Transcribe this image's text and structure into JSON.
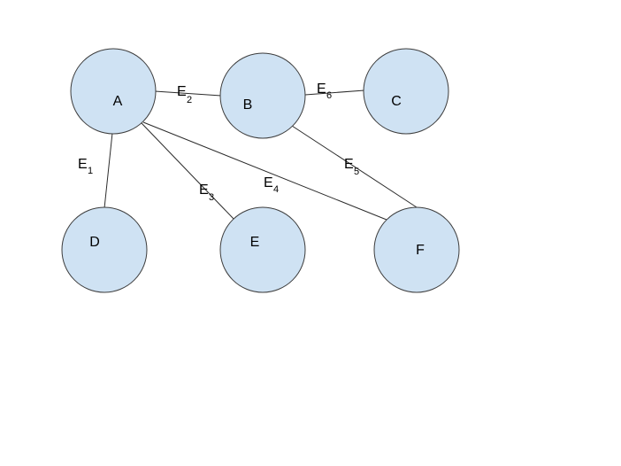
{
  "colors": {
    "node_fill": "#cfe2f3",
    "node_stroke": "#3c3c3c",
    "edge_stroke": "#2b2b2b"
  },
  "nodes": [
    {
      "id": "A",
      "label": "A"
    },
    {
      "id": "B",
      "label": "B"
    },
    {
      "id": "C",
      "label": "C"
    },
    {
      "id": "D",
      "label": "D"
    },
    {
      "id": "E",
      "label": "E"
    },
    {
      "id": "F",
      "label": "F"
    }
  ],
  "edges": [
    {
      "id": "E1",
      "from": "A",
      "to": "D",
      "label": "E",
      "sub": "1"
    },
    {
      "id": "E2",
      "from": "A",
      "to": "B",
      "label": "E",
      "sub": "2"
    },
    {
      "id": "E3",
      "from": "A",
      "to": "E",
      "label": "E",
      "sub": "3"
    },
    {
      "id": "E4",
      "from": "A",
      "to": "F",
      "label": "E",
      "sub": "4"
    },
    {
      "id": "E5",
      "from": "B",
      "to": "F",
      "label": "E",
      "sub": "5"
    },
    {
      "id": "E6",
      "from": "B",
      "to": "C",
      "label": "E",
      "sub": "6"
    }
  ]
}
